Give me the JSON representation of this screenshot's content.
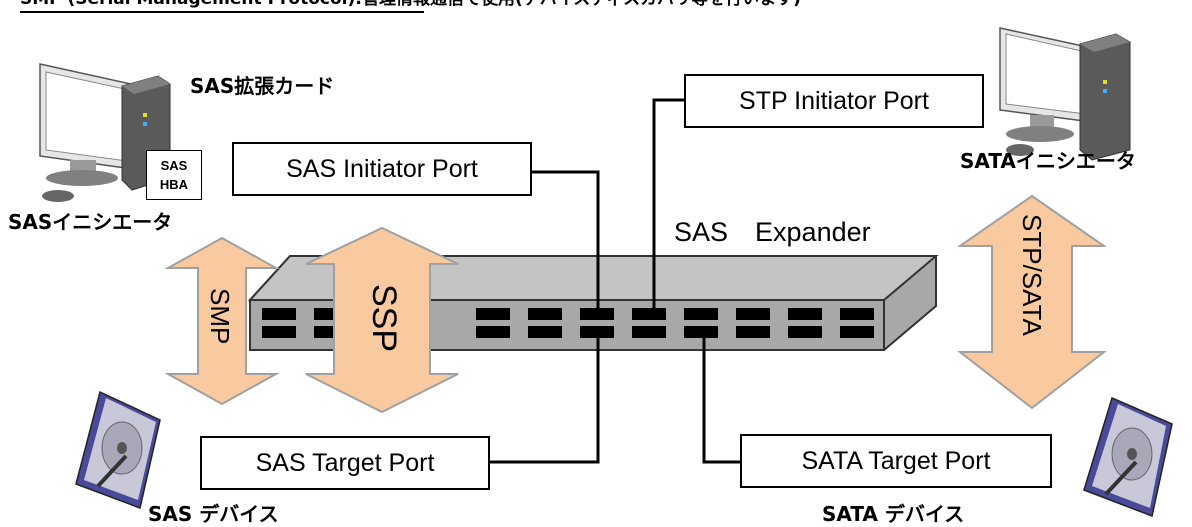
{
  "colors": {
    "arrow_fill": "#f9c99f",
    "arrow_stroke": "#a0a0a0",
    "expander_top": "#c4c4c4",
    "expander_front": "#a8a8a8",
    "port": "#000000",
    "line": "#000000"
  },
  "header_note": {
    "underlined": "SMP (Serial Management Protocol):",
    "rest": "管理情報通信で使用(デバイスディスカバリ等を行います)"
  },
  "expander": {
    "label": "SAS　Expander",
    "port_count": 10
  },
  "port_boxes": {
    "stp_initiator": "STP Initiator Port",
    "sas_initiator": "SAS Initiator Port",
    "sas_target": "SAS Target Port",
    "sata_target": "SATA Target Port"
  },
  "arrows": {
    "smp": "SMP",
    "ssp": "SSP",
    "stp_sata": "STP/SATA"
  },
  "devices": {
    "sas_card_label": "SAS拡張カード",
    "hba_line1": "SAS",
    "hba_line2": "HBA",
    "sas_initiator_label": "SASイニシエータ",
    "sata_initiator_label": "SATAイニシエータ",
    "sas_device_label": "SAS デバイス",
    "sata_device_label": "SATA デバイス"
  },
  "icons": [
    "desktop-computer-icon",
    "hard-disk-icon"
  ]
}
